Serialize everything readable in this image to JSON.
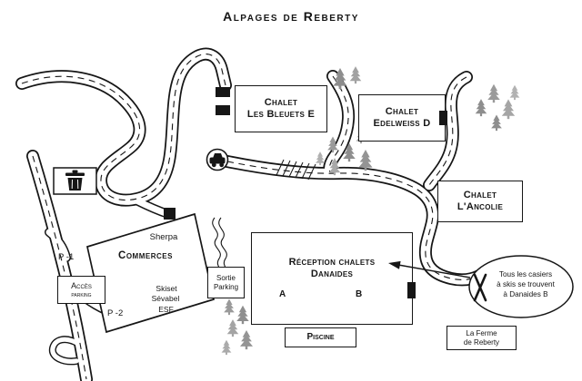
{
  "title": "Alpages de Reberty",
  "buildings": {
    "bleuets": {
      "line1": "Chalet",
      "line2": "Les Bleuets E"
    },
    "edelweiss": {
      "line1": "Chalet",
      "line2": "Edelweiss D"
    },
    "ancolie": {
      "line1": "Chalet",
      "line2": "L'Ancolie"
    },
    "danaides": {
      "line1": "Réception chalets",
      "line2": "Danaides",
      "unit_a": "A",
      "unit_b": "B"
    },
    "piscine": "Piscine",
    "ferme": {
      "line1": "La Ferme",
      "line2": "de Reberty"
    },
    "commerces": {
      "sherpa": "Sherpa",
      "name": "Commerces",
      "skiset": "Skiset",
      "sevabel": "Sévabel",
      "esf": "ESF"
    }
  },
  "parking": {
    "p1": "P -1",
    "p2": "P -2",
    "acces": {
      "line1": "Accès",
      "line2": "parking"
    },
    "sortie": {
      "line1": "Sortie",
      "line2": "Parking"
    }
  },
  "callout": {
    "line1": "Tous les casiers",
    "line2": "à skis se trouvent",
    "line3": "à Danaides B"
  },
  "icons": {
    "trash": "trash-icon",
    "car": "car-icon",
    "skis": "crossed-skis-icon",
    "tree": "pine-tree-icon",
    "arrow": "callout-arrow"
  },
  "colors": {
    "ink": "#161616",
    "tree_gray": "#8e8e8e",
    "background": "#ffffff"
  }
}
